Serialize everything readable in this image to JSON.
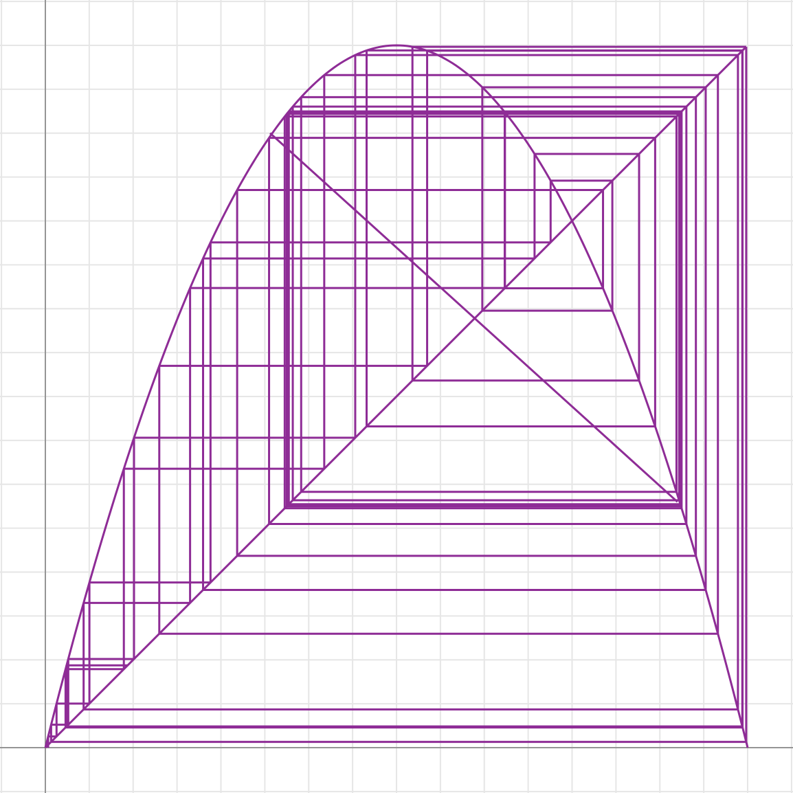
{
  "chart_data": {
    "type": "line",
    "title": "",
    "xlabel": "",
    "ylabel": "",
    "xlim": [
      -0.0625,
      1.0
    ],
    "ylim": [
      -0.0625,
      1.05
    ],
    "grid": true,
    "grid_step": 0.0625,
    "colors": {
      "curve": "#8e2c96",
      "grid": "#e6e6e6",
      "axis": "#7a7a7a",
      "background": "#ffffff"
    },
    "map": {
      "formula": "y = r·x·(1−x)",
      "r": 4
    },
    "series": [
      {
        "kind": "logistic-map-curve",
        "samples": 201
      },
      {
        "kind": "identity-diagonal",
        "from": [
          0,
          0
        ],
        "to": [
          0.998,
          0.998
        ]
      },
      {
        "kind": "anti-diagonal",
        "from": [
          0.32,
          0.875
        ],
        "to": [
          0.9,
          0.35
        ]
      }
    ],
    "cobweb": {
      "x0": 0.004,
      "iterations": 50
    }
  }
}
